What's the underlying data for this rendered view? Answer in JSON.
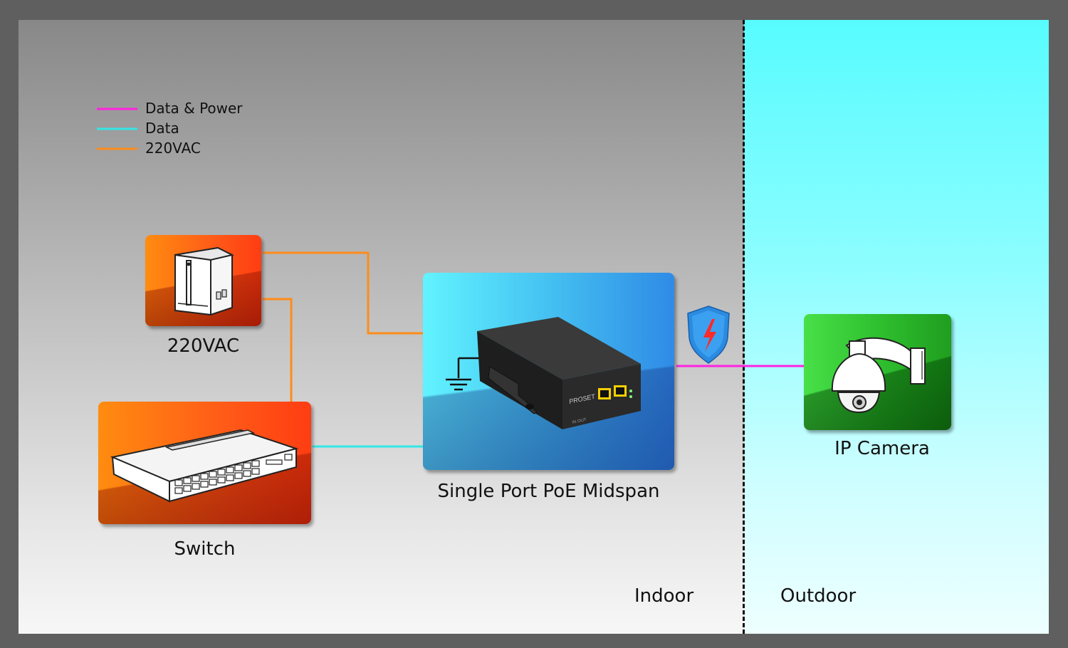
{
  "legend": {
    "items": [
      {
        "label": "Data & Power",
        "color": "#ff22e0"
      },
      {
        "label": "Data",
        "color": "#33e6e6"
      },
      {
        "label": "220VAC",
        "color": "#ff8c1a"
      }
    ]
  },
  "nodes": {
    "ups": {
      "label": "220VAC",
      "icon": "ups-power-supply-icon"
    },
    "switch": {
      "label": "Switch",
      "icon": "network-switch-icon"
    },
    "midspan": {
      "label": "Single Port PoE Midspan",
      "icon": "poe-injector-icon",
      "device_brand": "PROSET",
      "device_port_text": "IN  OUT"
    },
    "camera": {
      "label": "IP Camera",
      "icon": "ptz-dome-camera-icon"
    }
  },
  "extra_icons": [
    "ground-icon",
    "lightning-shield-icon"
  ],
  "areas": {
    "indoor": "Indoor",
    "outdoor": "Outdoor"
  },
  "colors": {
    "data_power": "#ff22e0",
    "data": "#33e6e6",
    "ac": "#ff8c1a",
    "indoor_bg": "#9a9a9a",
    "outdoor_bg": "#57fcff",
    "node_orange": "#ff6a14",
    "node_green": "#1fb31f",
    "node_blue": "#3ab6f0"
  }
}
